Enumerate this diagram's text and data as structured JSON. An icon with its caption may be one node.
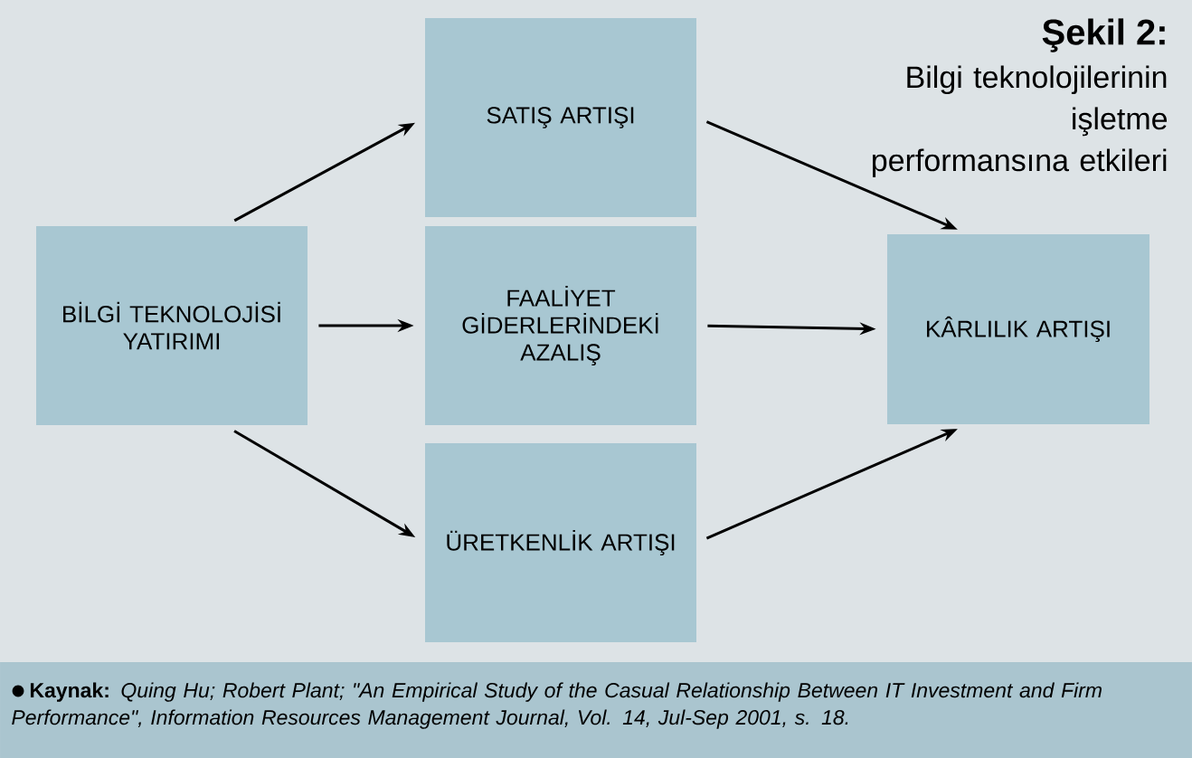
{
  "diagram": {
    "title": "Şekil 2:",
    "caption": "**Kaynak:** *Quing Hu; Robert Plant; \"An Empirical Study of the Casual Relationship Between IT Investment and Firm Performance\", Information Resources Management Journal, Vol. 14, Jul-Sep 2001, s. 18.*",
    "nodes": [
      {
        "text": [
          "BİLGİ TEKNOLOJİSİ YATIRIMI"
        ]
      },
      {
        "text": [
          "SATIŞ ARTIŞI"
        ]
      },
      {
        "text": [
          "FAALİYET GİDERLERİNDEKİ AZALIŞ"
        ]
      },
      {
        "text": [
          "ÜRETKENLİK ARTIŞI"
        ]
      },
      {
        "text": [
          "KÂRLILIK ARTIŞI"
        ]
      }
    ],
    "edges": [
      {
        "from": 0,
        "to": 1,
        "arrow": "to"
      },
      {
        "from": 0,
        "to": 2,
        "arrow": "to"
      },
      {
        "from": 0,
        "to": 3,
        "arrow": "to"
      },
      {
        "from": 1,
        "to": 4,
        "arrow": "to"
      },
      {
        "from": 2,
        "to": 4,
        "arrow": "to"
      },
      {
        "from": 3,
        "to": 4,
        "arrow": "to"
      }
    ],
    "labels": [
      "Bilgi teknolojilerinin işletme performansına etkileri"
    ]
  }
}
